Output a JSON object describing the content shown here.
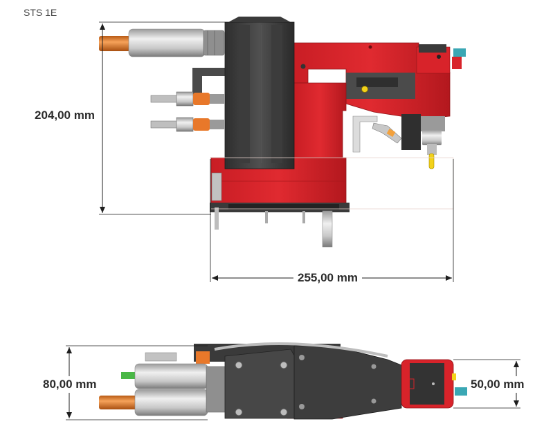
{
  "title": "STS 1E",
  "dimensions": {
    "side_height": "204,00 mm",
    "side_width": "255,00 mm",
    "top_height_left": "80,00 mm",
    "top_height_right": "50,00 mm"
  },
  "colors": {
    "red": "#d8232a",
    "dark_red": "#9e1518",
    "dark_grey": "#3d3d3d",
    "mid_grey": "#6b6b6b",
    "light_grey": "#c9c9c9",
    "silver": "#d9d9d9",
    "copper": "#e07b24",
    "orange": "#e8782a",
    "yellow": "#f3d21a",
    "green": "#49b846",
    "cyan": "#3aa7b4",
    "dim_line": "#1e1e1e"
  }
}
